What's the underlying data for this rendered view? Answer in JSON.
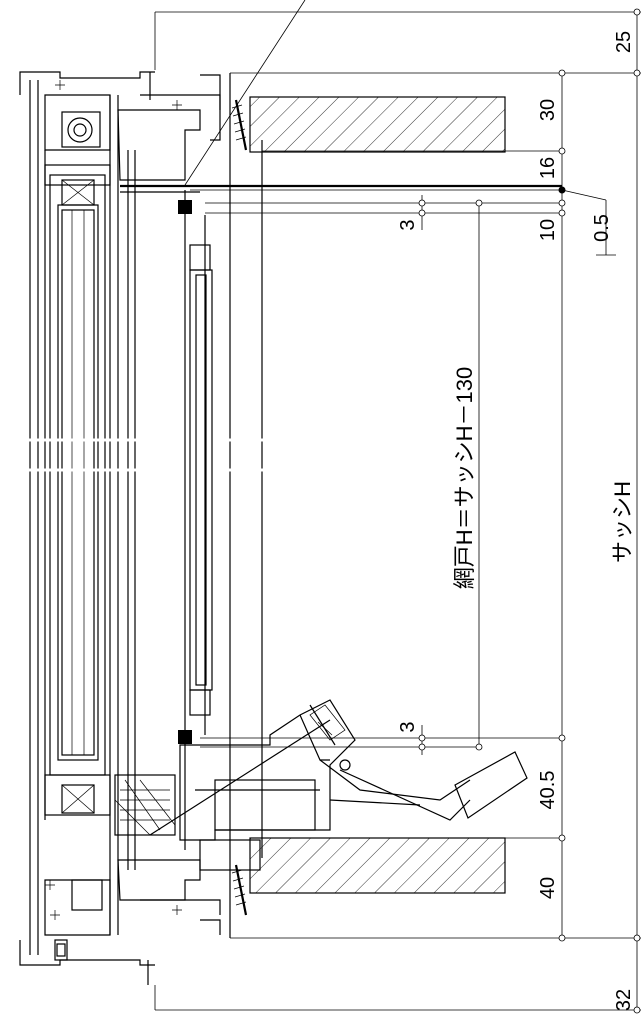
{
  "dimensions": {
    "d25": "25",
    "d30": "30",
    "d16": "16",
    "d10": "10",
    "d0_5": "0.5",
    "d3_top": "3",
    "d3_bottom": "3",
    "d40_5": "40.5",
    "d40": "40",
    "d32": "32"
  },
  "labels": {
    "screen_height": "網戸H＝サッシH－130",
    "sash_height": "サッシH"
  }
}
